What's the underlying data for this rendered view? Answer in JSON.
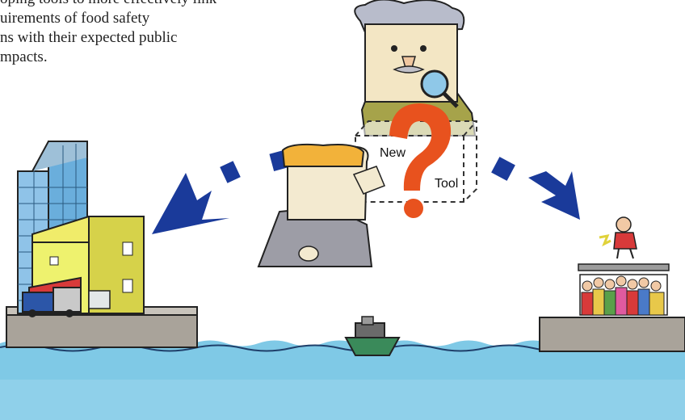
{
  "caption": {
    "lines": [
      "oping tools to more effectively link",
      "uirements of food safety",
      "ns with their expected public",
      "mpacts."
    ]
  },
  "box_labels": {
    "new": "New",
    "tool": "Tool"
  },
  "colors": {
    "arrow": "#1a3a9a",
    "question_mark": "#e8521e",
    "water": "#7fc9e6",
    "pier": "#a9a39a"
  }
}
